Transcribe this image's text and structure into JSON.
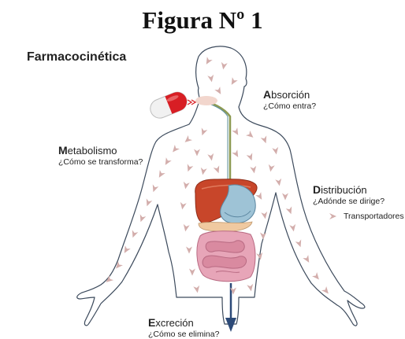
{
  "figure_title": "Figura Nº 1",
  "section_title": "Farmacocinética",
  "labels": {
    "absorcion": {
      "initial": "A",
      "rest": "bsorción",
      "question": "¿Cómo entra?"
    },
    "metabolismo": {
      "initial": "M",
      "rest": "etabolismo",
      "question": "¿Cómo se transforma?"
    },
    "distribucion": {
      "initial": "D",
      "rest": "istribución",
      "question": "¿Adónde se dirige?"
    },
    "excrecion": {
      "initial": "E",
      "rest": "xcreción",
      "question": "¿Cómo se elimina?"
    }
  },
  "legend": {
    "label": "Transportadores",
    "icon": "chevron-marker-icon"
  },
  "colors": {
    "arrow": "#d3aeac",
    "body_outline": "#3c4a5c",
    "capsule_red": "#d81e24",
    "liver": "#c8462a",
    "stomach": "#9ec3d6",
    "intestine": "#e7a5b8",
    "esophagus": "#8d9a52",
    "excretion": "#2c4a78"
  }
}
